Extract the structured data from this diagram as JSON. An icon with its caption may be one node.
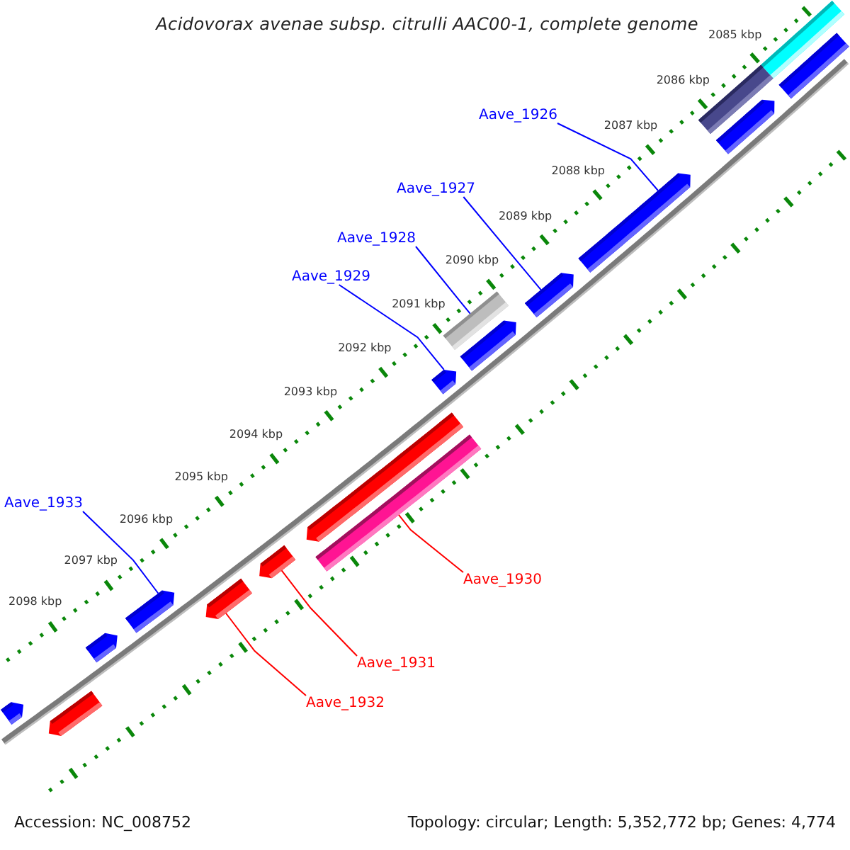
{
  "diagram": {
    "title": "Acidovorax avenae subsp. citrulli AAC00-1, complete genome",
    "nodes": [
      {
        "text": [
          "Aave_1926"
        ]
      },
      {
        "text": [
          "Aave_1927"
        ]
      },
      {
        "text": [
          "Aave_1928"
        ]
      },
      {
        "text": [
          "Aave_1929"
        ]
      },
      {
        "text": [
          "Aave_1933"
        ]
      },
      {
        "text": [
          "Aave_1930"
        ]
      },
      {
        "text": [
          "Aave_1931"
        ]
      },
      {
        "text": [
          "Aave_1932"
        ]
      },
      {
        "text": [],
        "shape": "bar"
      },
      {
        "text": [],
        "shape": "bar"
      },
      {
        "text": [],
        "shape": "bar"
      },
      {
        "text": [],
        "shape": "pentagon"
      },
      {
        "text": [],
        "shape": "pentagon"
      },
      {
        "text": [],
        "shape": "pentagon"
      },
      {
        "text": [],
        "shape": "bar"
      },
      {
        "text": [],
        "shape": "pentagon"
      },
      {
        "text": [],
        "shape": "pentagon"
      },
      {
        "text": [],
        "shape": "pentagon"
      },
      {
        "text": [],
        "shape": "bar"
      },
      {
        "text": [],
        "shape": "pentagon"
      },
      {
        "text": [],
        "shape": "pentagon"
      },
      {
        "text": [],
        "shape": "pentagon"
      },
      {
        "text": [],
        "shape": "pentagon"
      },
      {
        "text": [],
        "shape": "pentagon"
      },
      {
        "text": [],
        "shape": "pentagon"
      }
    ],
    "edges": [
      {
        "from": 0,
        "to": 12,
        "arrow": "none"
      },
      {
        "from": 1,
        "to": 13,
        "arrow": "none"
      },
      {
        "from": 2,
        "to": 14,
        "arrow": "none"
      },
      {
        "from": 3,
        "to": 16,
        "arrow": "none"
      },
      {
        "from": 4,
        "to": 21,
        "arrow": "none"
      },
      {
        "from": 5,
        "to": 18,
        "arrow": "none",
        "color": "#ff0000"
      },
      {
        "from": 6,
        "to": 19,
        "arrow": "none",
        "color": "#ff0000"
      },
      {
        "from": 7,
        "to": 20,
        "arrow": "none",
        "color": "#ff0000"
      }
    ],
    "labels": [
      "2085 kbp",
      "2086 kbp",
      "2087 kbp",
      "2088 kbp",
      "2089 kbp",
      "2090 kbp",
      "2091 kbp",
      "2092 kbp",
      "2093 kbp",
      "2094 kbp",
      "2095 kbp",
      "2096 kbp",
      "2097 kbp",
      "2098 kbp",
      "Accession: NC_008752",
      "Topology: circular; Length: 5,352,772 bp; Genes: 4,774"
    ]
  }
}
